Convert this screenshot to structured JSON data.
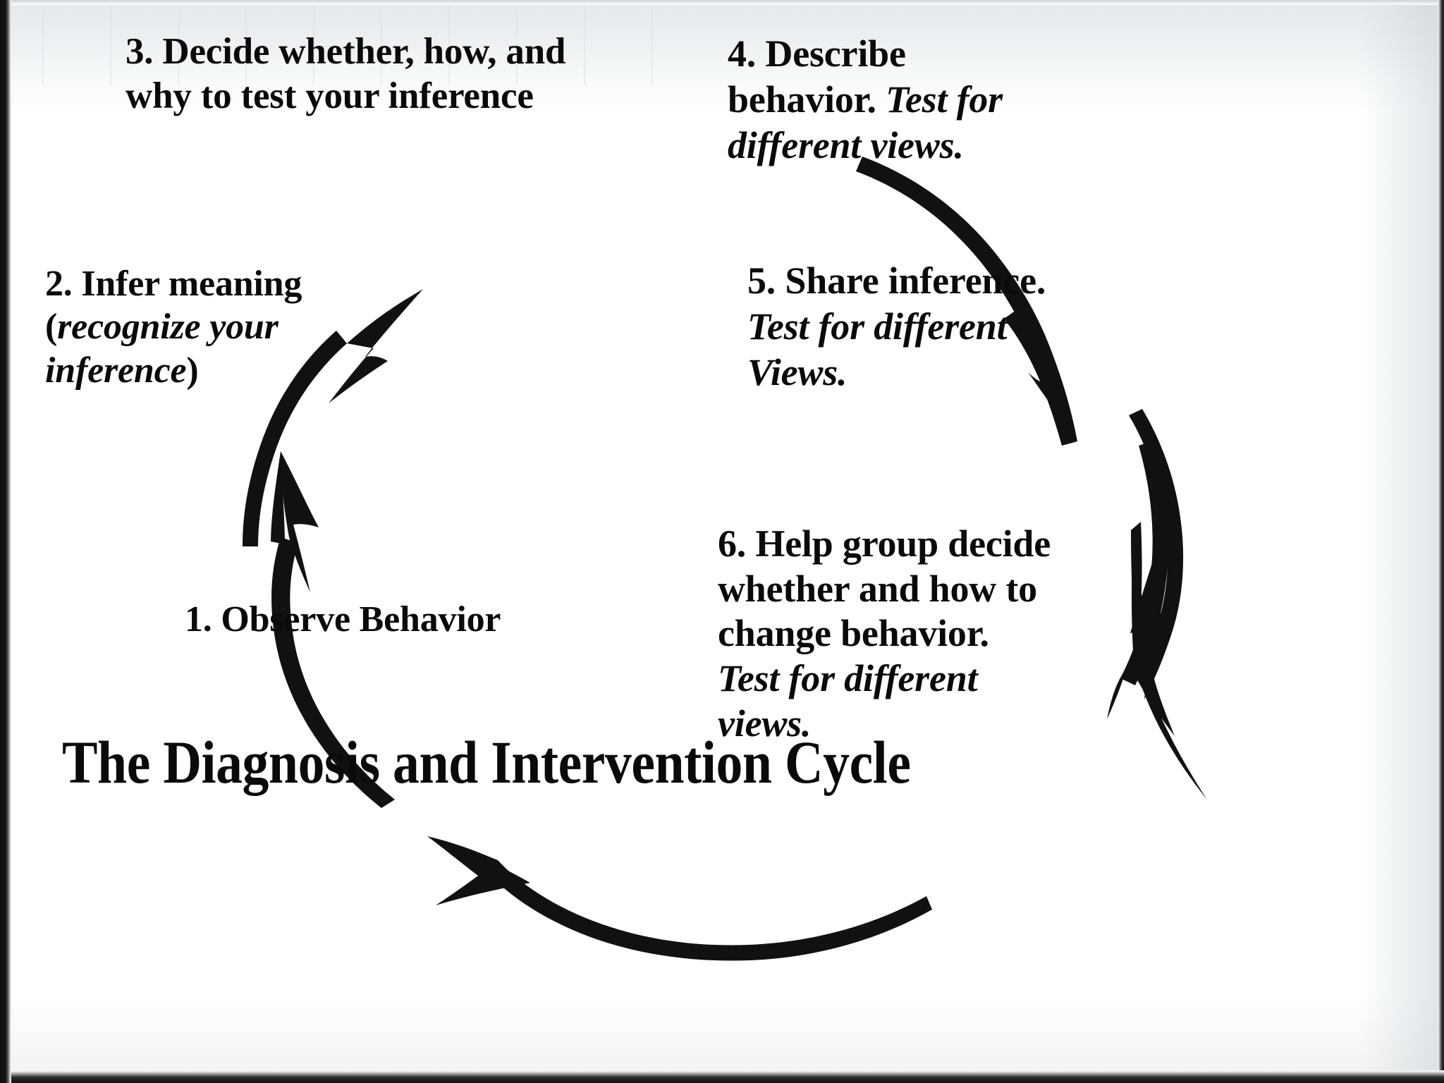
{
  "slide": {
    "title": "The Diagnosis and Intervention Cycle",
    "background_color": "#ffffff",
    "text_color": "#0a0a0a",
    "border_color": "#111111"
  },
  "cycle": {
    "name": "diagnosis-and-intervention-cycle",
    "direction": "clockwise",
    "step_count": 6,
    "steps": [
      {
        "number": "1.",
        "position": "bottom-left",
        "lines": [
          {
            "text": "1.  Observe Behavior",
            "style": "bold"
          }
        ],
        "plain_text": "1.  Observe Behavior"
      },
      {
        "number": "2.",
        "position": "left",
        "lines": [
          {
            "text": "2.  Infer meaning",
            "style": "bold"
          },
          {
            "text": "(recognize your",
            "style": "bold-italic",
            "prefix": "("
          },
          {
            "text": "inference)",
            "style": "bold-italic",
            "suffix": ")"
          }
        ],
        "plain_text": "2.  Infer meaning (recognize your inference)"
      },
      {
        "number": "3.",
        "position": "top-left",
        "lines": [
          {
            "text": "3. Decide whether, how, and",
            "style": "bold"
          },
          {
            "text": "why to test your inference",
            "style": "bold"
          }
        ],
        "plain_text": "3. Decide whether, how, and why to test your inference"
      },
      {
        "number": "4.",
        "position": "top-right",
        "lines": [
          {
            "text": "4. Describe",
            "style": "bold"
          },
          {
            "text": "behavior.",
            "style": "bold"
          },
          {
            "text": "Test for",
            "style": "bold-italic"
          },
          {
            "text": "different views.",
            "style": "bold-italic"
          }
        ],
        "plain_text": "4. Describe behavior.  Test for different views."
      },
      {
        "number": "5.",
        "position": "right",
        "lines": [
          {
            "text": "5. Share inference.",
            "style": "bold"
          },
          {
            "text": "Test for different",
            "style": "bold-italic"
          },
          {
            "text": "Views.",
            "style": "bold-italic"
          }
        ],
        "plain_text": "5. Share inference. Test for different Views."
      },
      {
        "number": "6.",
        "position": "bottom-right",
        "lines": [
          {
            "text": "6. Help group decide",
            "style": "bold"
          },
          {
            "text": "whether and how to",
            "style": "bold"
          },
          {
            "text": "change behavior.",
            "style": "bold"
          },
          {
            "text": "Test for different",
            "style": "bold-italic"
          },
          {
            "text": "views.",
            "style": "bold-italic"
          }
        ],
        "plain_text": "6. Help group decide whether and how to change behavior. Test for different views."
      }
    ],
    "arrows": [
      {
        "name": "arrow-1-to-2",
        "from": "1. Observe Behavior",
        "to": "2. Infer meaning",
        "shape": "curved-tapered",
        "points_to": "up-left"
      },
      {
        "name": "arrow-2-to-3",
        "from": "2. Infer meaning",
        "to": "3. Decide whether, how, and why",
        "shape": "curved-tapered",
        "points_to": "up-right"
      },
      {
        "name": "arrow-3-to-4",
        "from": "3. Decide whether",
        "to": "4. Describe behavior",
        "shape": "curved-tapered",
        "points_to": "down-right"
      },
      {
        "name": "arrow-4-to-5",
        "from": "4. Describe behavior",
        "to": "5. Share inference",
        "shape": "curved-tapered",
        "points_to": "down"
      },
      {
        "name": "arrow-5-to-6",
        "from": "5. Share inference",
        "to": "6. Help group decide",
        "shape": "curved-tapered",
        "points_to": "down"
      },
      {
        "name": "arrow-6-to-1",
        "from": "6. Help group decide",
        "to": "1. Observe Behavior",
        "shape": "curved-tapered",
        "points_to": "left"
      }
    ]
  },
  "text": {
    "step1_line1": "1.  Observe Behavior",
    "step2_line1": "2.  Infer meaning",
    "step2_line2_open": "(",
    "step2_line2_italic": "recognize your",
    "step2_line3_italic": "inference",
    "step2_line3_close": ")",
    "step3_line1": "3. Decide whether, how, and",
    "step3_line2": "why to test your inference",
    "step4_line1": "4. Describe",
    "step4_line2_bold": "behavior.",
    "step4_line2_italic": "Test for",
    "step4_line3_italic": "different views.",
    "step5_line1": "5. Share inference.",
    "step5_line2_italic": "Test for different",
    "step5_line3_italic": "Views.",
    "step6_line1": "6. Help group decide",
    "step6_line2": "whether and how to",
    "step6_line3": "change behavior.",
    "step6_line4_italic": "Test for different",
    "step6_line5_italic": "views.",
    "title": "The Diagnosis and Intervention Cycle"
  }
}
